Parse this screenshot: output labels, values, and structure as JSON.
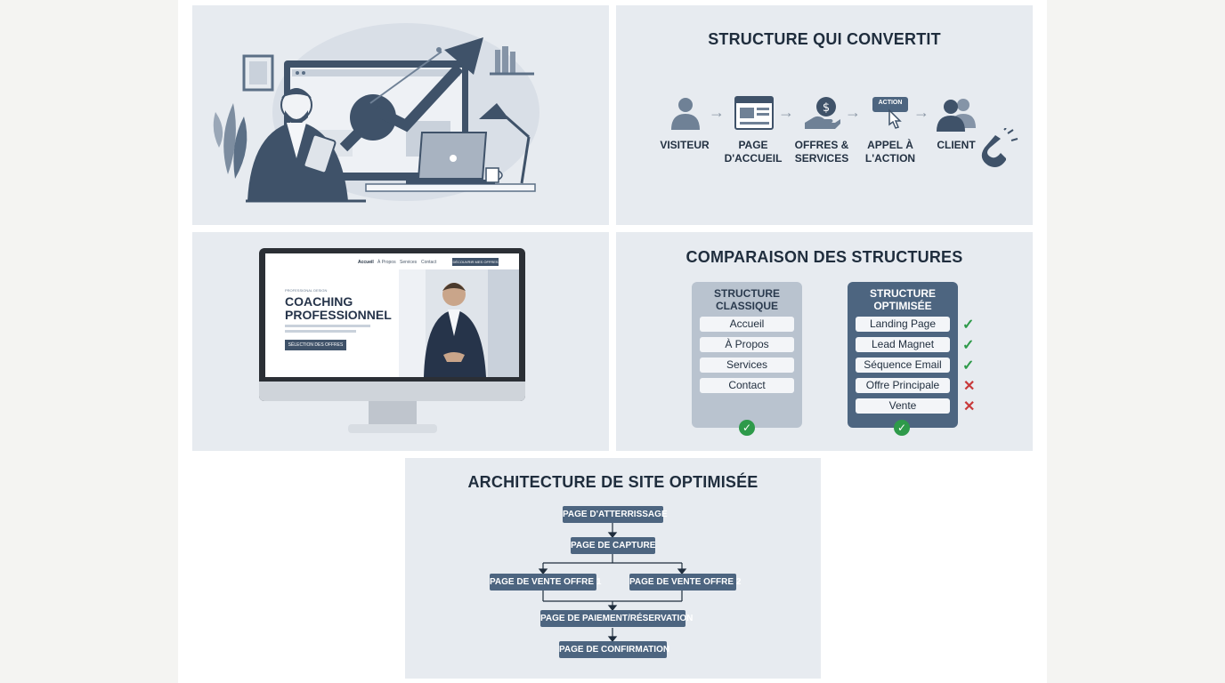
{
  "flow": {
    "title": "STRUCTURE QUI CONVERTIT",
    "steps": [
      {
        "label": "VISITEUR",
        "icon": "visitor-icon"
      },
      {
        "label": "PAGE\nD'ACCUEIL",
        "icon": "homepage-icon"
      },
      {
        "label": "OFFRES &\nSERVICES",
        "icon": "offer-money-icon"
      },
      {
        "label": "APPEL À\nL'ACTION",
        "icon": "cta-click-icon"
      },
      {
        "label": "CLIENT",
        "icon": "client-icon"
      }
    ],
    "cta_button_text": "ACTION"
  },
  "mockup": {
    "nav": [
      "Accueil",
      "À Propos",
      "Services",
      "Contact"
    ],
    "nav_button": "DÉCOUVRIR MES OFFRES",
    "eyebrow": "PROFESSIONAL DESIGN",
    "headline_1": "COACHING",
    "headline_2": "PROFESSIONNEL",
    "cta": "SÉLECTION DES OFFRES"
  },
  "comparison": {
    "title": "COMPARAISON DES STRUCTURES",
    "classic": {
      "title": "STRUCTURE\nCLASSIQUE",
      "items": [
        "Accueil",
        "À Propos",
        "Services",
        "Contact"
      ]
    },
    "optimised": {
      "title": "STRUCTURE\nOPTIMISÉE",
      "items": [
        "Landing Page",
        "Lead Magnet",
        "Séquence Email",
        "Offre Principale",
        "Vente"
      ],
      "marks": [
        "check",
        "check",
        "check",
        "cross",
        "cross"
      ]
    }
  },
  "architecture": {
    "title": "ARCHITECTURE DE SITE OPTIMISÉE",
    "nodes": {
      "landing": "PAGE D'ATTERRISSAGE",
      "capture": "PAGE DE CAPTURE",
      "offer1": "PAGE DE VENTE OFFRE 1",
      "offer2": "PAGE DE VENTE OFFRE 2",
      "payment": "PAGE DE PAIEMENT/RÉSERVATION",
      "confirmation": "PAGE DE CONFIRMATION"
    }
  },
  "colors": {
    "panel": "#e7ebf0",
    "accent": "#4d6580",
    "check": "#2e9a4a",
    "cross": "#c8393a"
  }
}
